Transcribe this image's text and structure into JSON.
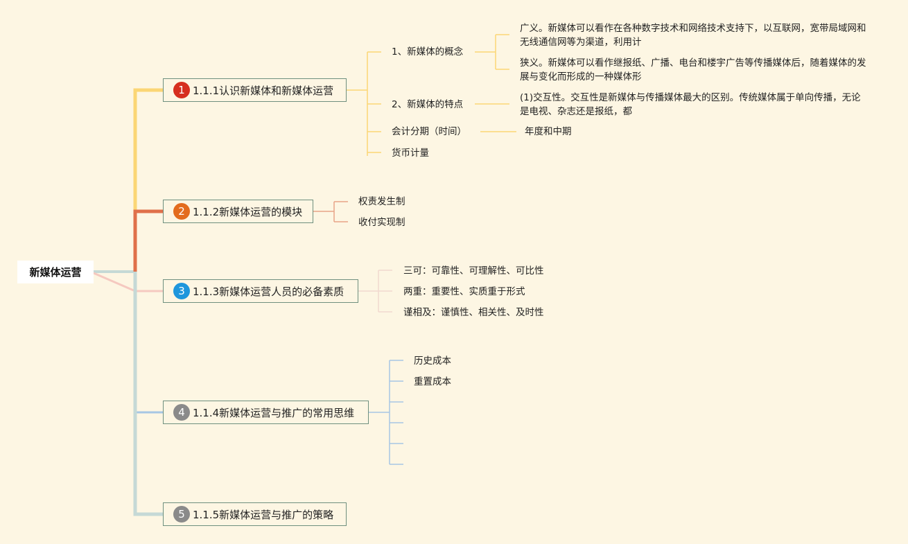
{
  "root": {
    "label": "新媒体运营"
  },
  "topics": [
    {
      "badge": "1",
      "label": "1.1.1认识新媒体和新媒体运营",
      "color": "#e74c3c",
      "subs": [
        {
          "label": "1、新媒体的概念",
          "details": [
            "广义。新媒体可以看作在各种数字技术和网络技术支持下，以互联网，宽带局域网和无线通信网等为渠道，利用计",
            "狭义。新媒体可以看作继报纸、广播、电台和楼宇广告等传播媒体后，随着媒体的发展与变化而形成的一种媒体形"
          ]
        },
        {
          "label": "2、新媒体的特点",
          "details": [
            "(1)交互性。交互性是新媒体与传播媒体最大的区别。传统媒体属于单向传播，无论是电视、杂志还是报纸，都"
          ]
        },
        {
          "label": "会计分期（时间）",
          "details": [
            "年度和中期"
          ]
        },
        {
          "label": "货币计量",
          "details": []
        }
      ]
    },
    {
      "badge": "2",
      "label": "1.1.2新媒体运营的模块",
      "color": "#e07040",
      "subs": [
        {
          "label": "权责发生制"
        },
        {
          "label": "收付实现制"
        }
      ]
    },
    {
      "badge": "3",
      "label": "1.1.3新媒体运营人员的必备素质",
      "color": "#2fa0de",
      "subs": [
        {
          "label": "三可：可靠性、可理解性、可比性"
        },
        {
          "label": "两重：重要性、实质重于形式"
        },
        {
          "label": "谨相及：谨慎性、相关性、及时性"
        }
      ]
    },
    {
      "badge": "4",
      "label": "1.1.4新媒体运营与推广的常用思维",
      "color": "#8a8a8a",
      "subs": [
        {
          "label": "历史成本"
        },
        {
          "label": "重置成本"
        }
      ]
    },
    {
      "badge": "5",
      "label": "1.1.5新媒体运营与推广的策略",
      "color": "#8a8a8a",
      "subs": []
    }
  ]
}
